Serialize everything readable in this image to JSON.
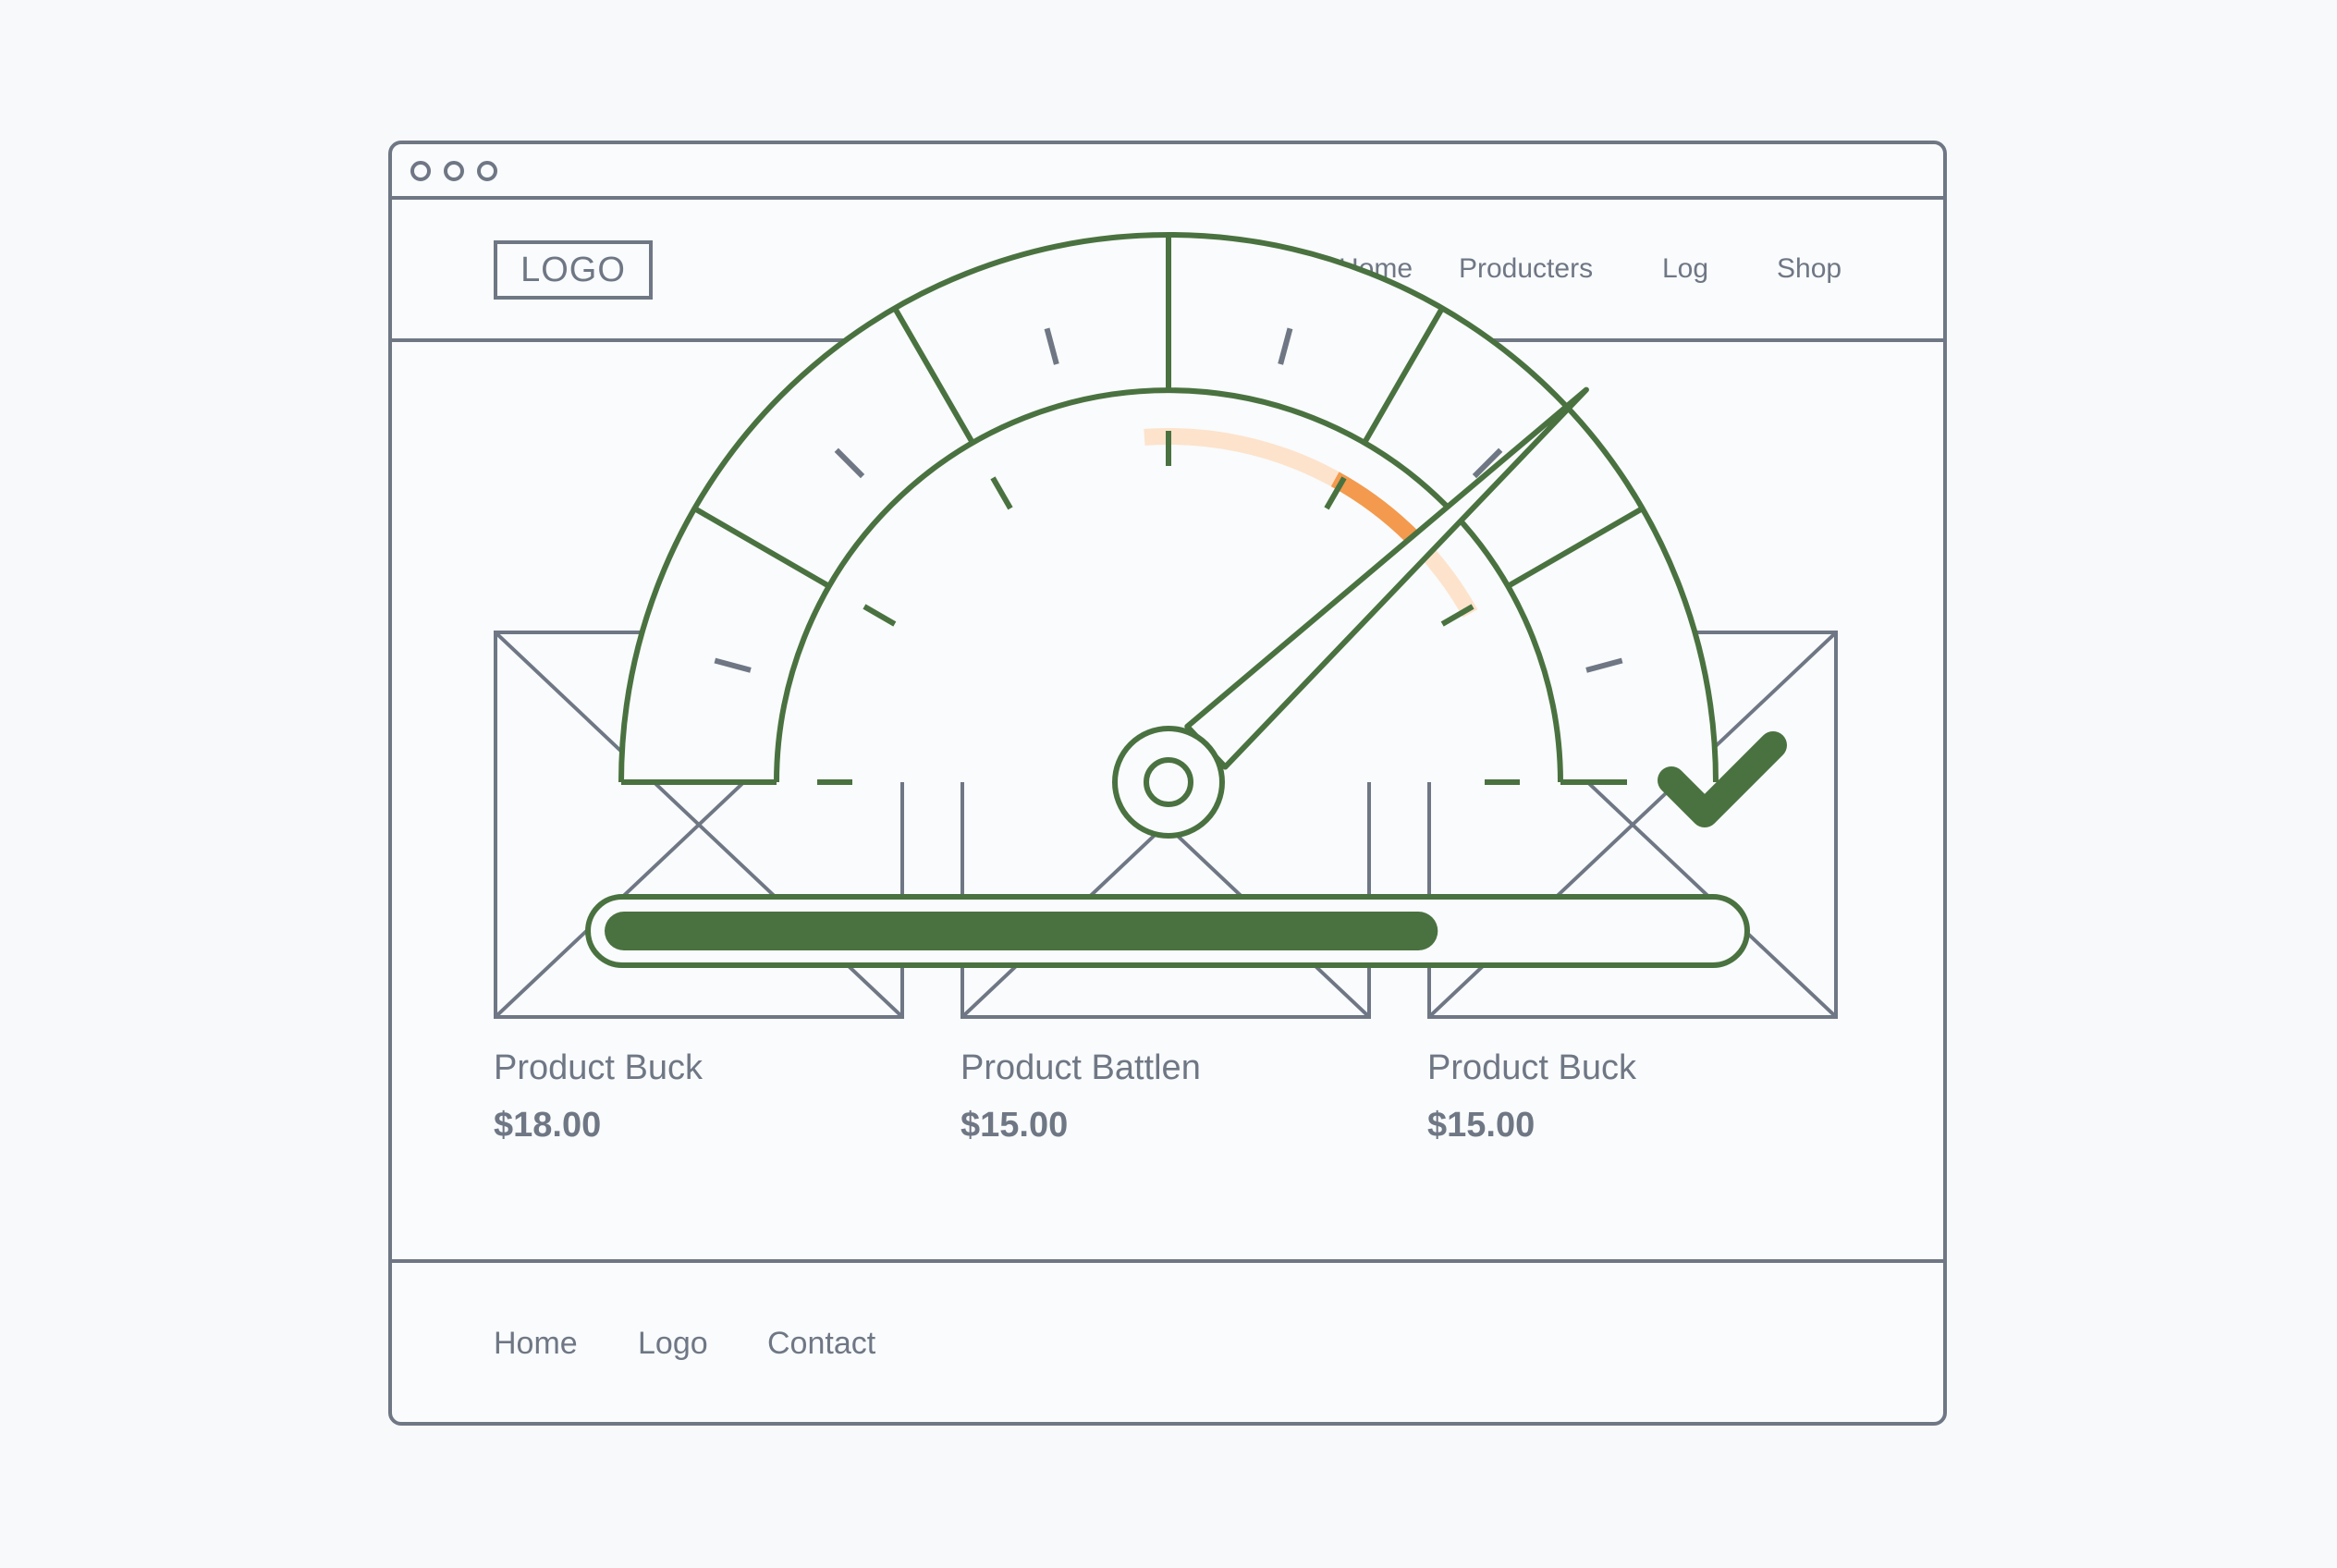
{
  "window": {
    "controls": [
      "dot",
      "dot",
      "dot"
    ]
  },
  "header": {
    "logo": "LOGO",
    "nav": [
      "Home",
      "Producters",
      "Log",
      "Shop"
    ]
  },
  "products": [
    {
      "name": "Product Buck",
      "price": "$18.00"
    },
    {
      "name": "Product Battlen",
      "price": "$15.00"
    },
    {
      "name": "Product Buck",
      "price": "$15.00"
    }
  ],
  "footer": {
    "links": [
      "Home",
      "Logo",
      "Contact"
    ]
  },
  "performance": {
    "gauge_level": 0.76,
    "progress_fraction": 0.74,
    "status_icon": "checkmark-icon"
  },
  "colors": {
    "outline": "#6f7785",
    "accent_green": "#4a7240",
    "accent_orange": "#f39a4e",
    "accent_orange_light": "#fde3cc",
    "background": "#f7f9fb"
  }
}
